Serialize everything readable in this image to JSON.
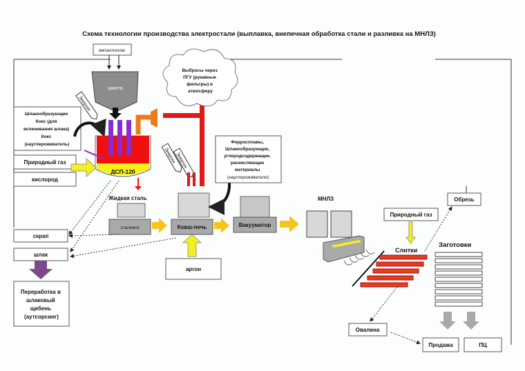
{
  "title": "Схема технологии производства электростали (выплавка, внепечная обработка стали и разливка на МНЛЗ)",
  "colors": {
    "melt": "#f01010",
    "electrode": "#8a2ccf",
    "yellow": "#f5f01a",
    "orange": "#f07a1a",
    "gray": "#a9a9a9",
    "ingot": "#e83a1e"
  },
  "labels": {
    "scrap_metal": "металлолом",
    "charge": "шихта",
    "energy": "Энергия",
    "additives": [
      "Шлакообразующие",
      "Кокс (для",
      "вспенивания шлака)",
      "Кокс",
      "(науглероживатель)"
    ],
    "natural_gas": "Природный газ",
    "oxygen": "кислород",
    "eaf": "ДСП-120",
    "emissions": [
      "Выбросы через",
      "ПГУ (рукавные",
      "фильтры) в",
      "атмосферу"
    ],
    "liquid_steel": "Жидкая сталь",
    "steel_carrier": "сталевоз",
    "ladle_furnace": "Ковш-печь",
    "vacuum": "Вакууматор",
    "ferroalloys": [
      "Ферросплавы,",
      "Шлакообразующие,",
      "углеродсодержащие,",
      "раскисляющие",
      "материалы",
      "(науглероживатели)"
    ],
    "ccm": "МНЛЗ",
    "natural_gas_2": "Природный газ",
    "ingots": "Слитки",
    "billets": "Заготовки",
    "crop_ends": "Обрезь",
    "skrap": "скрап",
    "slag": "шлак",
    "slag_processing": [
      "Переработка в",
      "шлаковый",
      "щебень",
      "(аутсорсинг)"
    ],
    "argon": "аргон",
    "scale": "Овалина",
    "sale": "Продажа",
    "pc": "ПЦ"
  }
}
